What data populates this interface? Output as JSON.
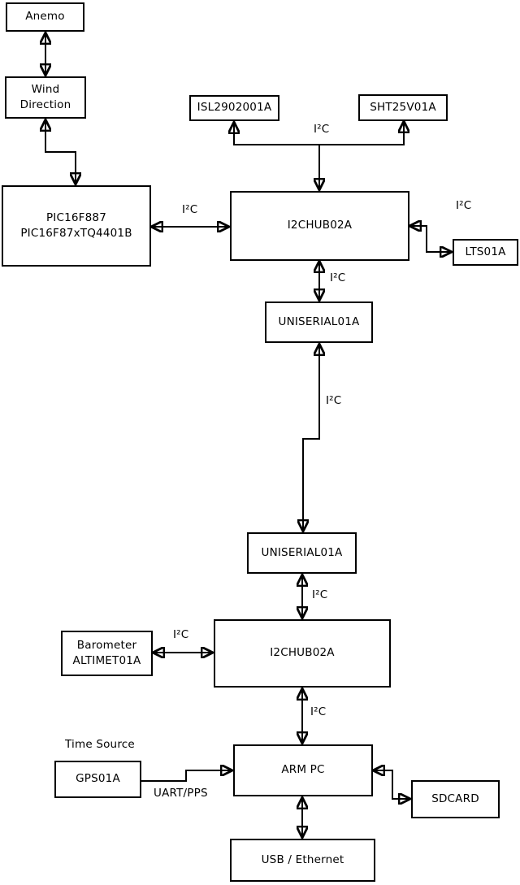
{
  "nodes": {
    "anemo": {
      "label": "Anemo"
    },
    "wind_direction": {
      "lines": [
        "Wind",
        "Direction"
      ]
    },
    "pic": {
      "lines": [
        "PIC16F887",
        "PIC16F87xTQ4401B"
      ]
    },
    "isl": {
      "label": "ISL2902001A"
    },
    "sht": {
      "label": "SHT25V01A"
    },
    "hub1": {
      "label": "I2CHUB02A"
    },
    "lts": {
      "label": "LTS01A"
    },
    "uniserial1": {
      "label": "UNISERIAL01A"
    },
    "uniserial2": {
      "label": "UNISERIAL01A"
    },
    "barometer": {
      "lines": [
        "Barometer",
        "ALTIMET01A"
      ]
    },
    "hub2": {
      "label": "I2CHUB02A"
    },
    "gps": {
      "label": "GPS01A"
    },
    "arm_pc": {
      "label": "ARM PC"
    },
    "sdcard": {
      "label": "SDCARD"
    },
    "usb": {
      "label": "USB / Ethernet"
    }
  },
  "edge_labels": {
    "pic_hub1": "I²C",
    "sensors_hub1": "I²C",
    "hub1_lts": "I²C",
    "hub1_uniserial1": "I²C",
    "uniserial_link": "I²C",
    "uniserial2_hub2": "I²C",
    "barometer_hub2": "I²C",
    "hub2_armpc": "I²C",
    "gps_armpc": "UART/PPS",
    "gps_caption": "Time Source"
  },
  "colors": {
    "line": "#000000",
    "box_fill": "#ffffff",
    "background": "#ffffff",
    "text": "#000000"
  }
}
